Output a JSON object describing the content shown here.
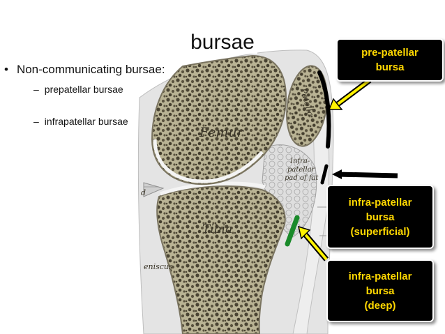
{
  "slide": {
    "title": "bursae",
    "bullet": "Non-communicating bursae:",
    "bullet_marker": "•",
    "sub_marker": "–",
    "subs": [
      "prepatellar bursae",
      "infrapatellar bursae"
    ]
  },
  "callouts": {
    "prepatellar": [
      "pre-patellar",
      "bursa"
    ],
    "infra_superficial": [
      "infra-patellar",
      "bursa",
      "(superficial)"
    ],
    "infra_deep": [
      "infra-patellar",
      "bursa",
      "(deep)"
    ]
  },
  "labels": {
    "femur": "Femur",
    "patella": "Patella",
    "tibia": "Tibia",
    "fat_pad": [
      "Infra-",
      "patellar",
      "pad of fat"
    ],
    "meniscus": "eniscus",
    "ligament": "d"
  },
  "colors": {
    "callout_bg": "#000000",
    "callout_text": "#ffd800",
    "arrow": "#fff200",
    "deep_bursa": "#1a8a2a",
    "bone": "#b8b292"
  }
}
